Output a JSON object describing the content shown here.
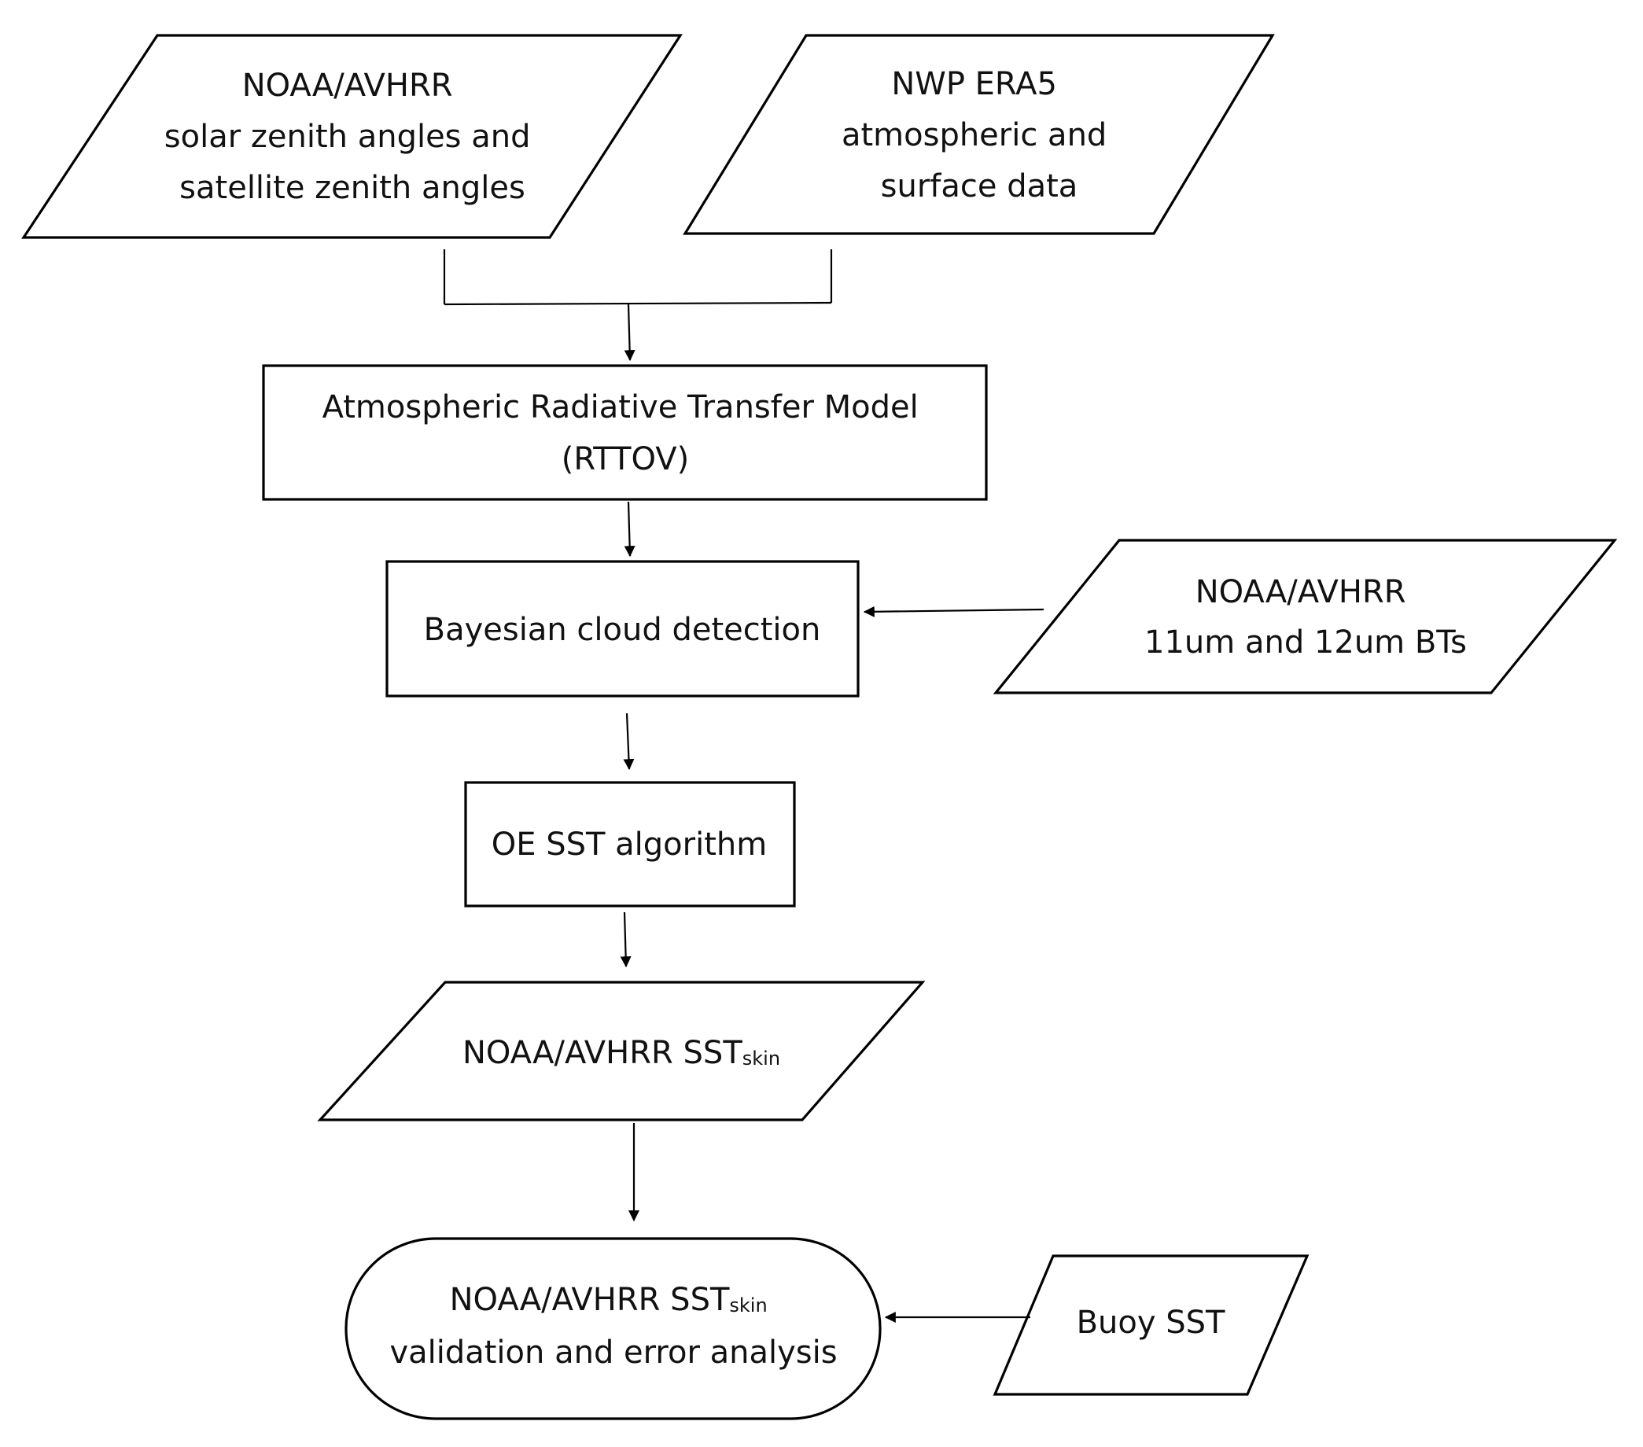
{
  "nodes": {
    "input_angles": {
      "lines": [
        "NOAA/AVHRR",
        "solar zenith angles and",
        "satellite zenith angles"
      ]
    },
    "input_nwp": {
      "lines": [
        "NWP ERA5",
        "atmospheric and",
        "surface data"
      ]
    },
    "rttov_model": {
      "lines": [
        "Atmospheric Radiative Transfer Model",
        "(RTTOV)"
      ]
    },
    "cloud_detection": {
      "lines": [
        "Bayesian cloud detection"
      ]
    },
    "input_bts": {
      "lines": [
        "NOAA/AVHRR",
        "11um and 12um BTs"
      ]
    },
    "oe_algorithm": {
      "lines": [
        "OE SST algorithm"
      ]
    },
    "sst_skin_output": {
      "main": "NOAA/AVHRR SST",
      "sub": "skin"
    },
    "validation": {
      "line1_main": "NOAA/AVHRR SST",
      "line1_sub": "skin",
      "line2": "validation and error analysis"
    },
    "buoy_input": {
      "lines": [
        "Buoy SST"
      ]
    }
  }
}
